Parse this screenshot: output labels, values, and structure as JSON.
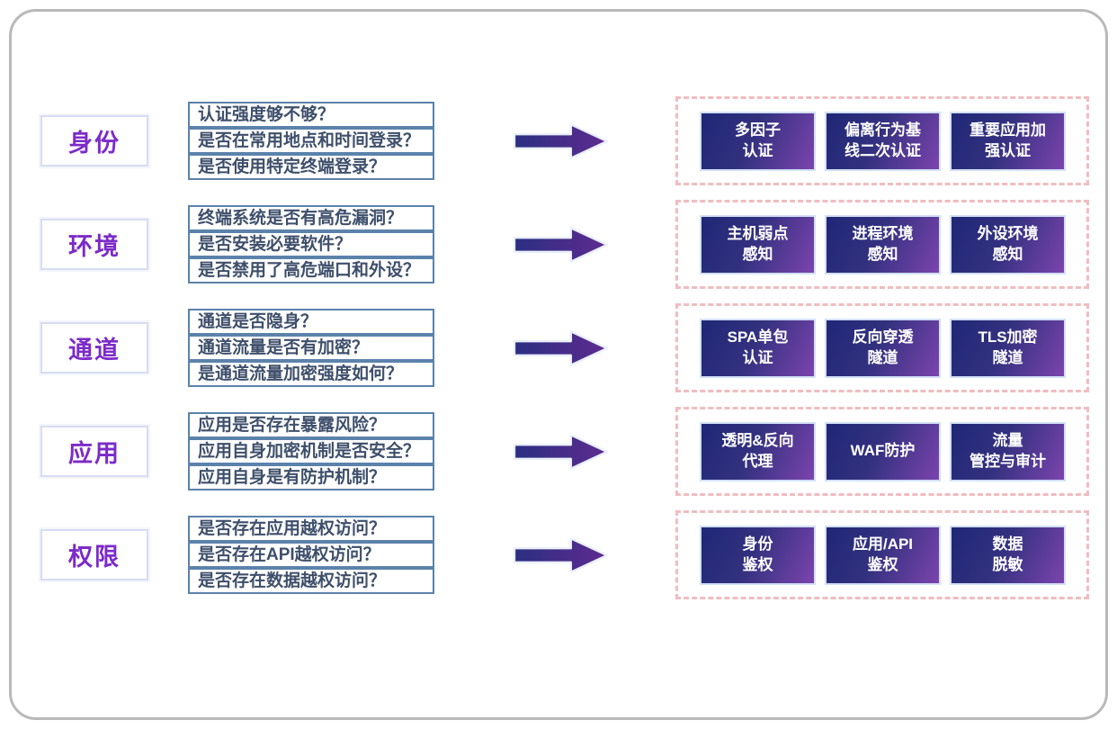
{
  "diagram": {
    "rows": [
      {
        "label": "身份",
        "questions": [
          "认证强度够不够？",
          "是否在常用地点和时间登录？",
          "是否使用特定终端登录？"
        ],
        "capabilities": [
          "多因子\n认证",
          "偏离行为基\n线二次认证",
          "重要应用加\n强认证"
        ]
      },
      {
        "label": "环境",
        "questions": [
          "终端系统是否有高危漏洞？",
          "是否安装必要软件？",
          "是否禁用了高危端口和外设？"
        ],
        "capabilities": [
          "主机弱点\n感知",
          "进程环境\n感知",
          "外设环境\n感知"
        ]
      },
      {
        "label": "通道",
        "questions": [
          "通道是否隐身？",
          "通道流量是否有加密？",
          "是通道流量加密强度如何？"
        ],
        "capabilities": [
          "SPA单包\n认证",
          "反向穿透\n隧道",
          "TLS加密\n隧道"
        ]
      },
      {
        "label": "应用",
        "questions": [
          "应用是否存在暴露风险？",
          "应用自身加密机制是否安全？",
          "应用自身是有防护机制？"
        ],
        "capabilities": [
          "透明&反向\n代理",
          "WAF防护",
          "流量\n管控与审计"
        ]
      },
      {
        "label": "权限",
        "questions": [
          "是否存在应用越权访问？",
          "是否存在API越权访问？",
          "是否存在数据越权访问？"
        ],
        "capabilities": [
          "身份\n鉴权",
          "应用/API\n鉴权",
          "数据\n脱敏"
        ]
      }
    ],
    "colors": {
      "label_text": "#7c2bc8",
      "question_border": "#5b82ab",
      "question_text": "#3e4f6b",
      "capability_gradient_start": "#1f2776",
      "capability_gradient_end": "#7b44ad",
      "capability_border": "#d2e0f5",
      "arrow_gradient_start": "#2b2f82",
      "arrow_gradient_end": "#5e2b90",
      "dashed_panel_border": "#f0bcc0",
      "frame_border": "#b9b9b9"
    }
  }
}
